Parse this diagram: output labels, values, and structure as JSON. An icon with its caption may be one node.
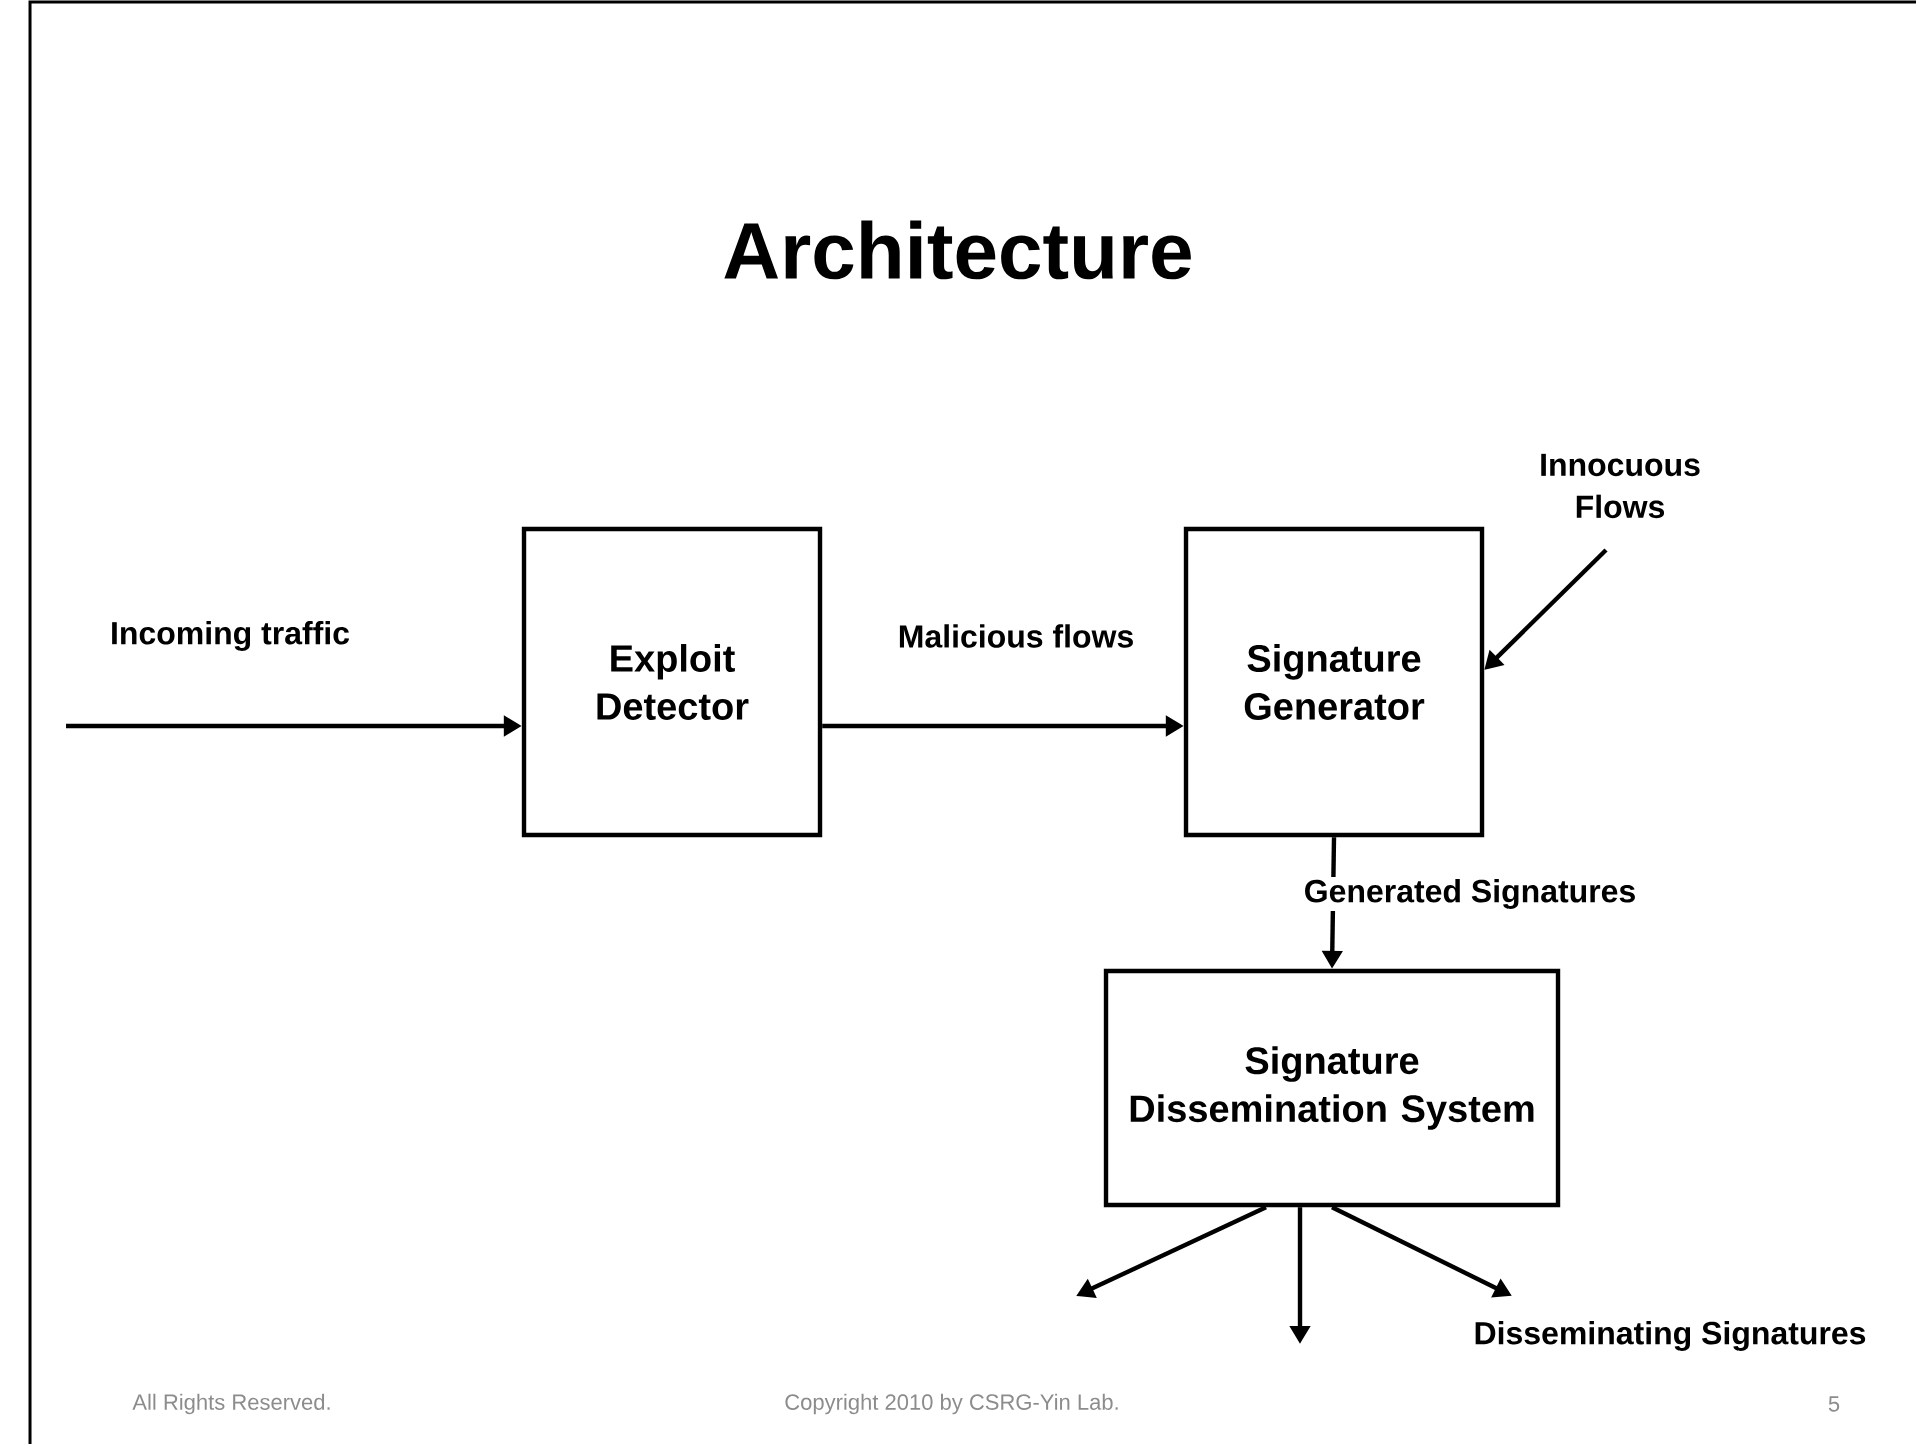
{
  "diagram": {
    "title": "Architecture",
    "nodes": [
      {
        "text": [
          "Exploit Detector"
        ]
      },
      {
        "text": [
          "Signature Generator"
        ]
      },
      {
        "text": [
          "Signature Dissemination System"
        ]
      },
      {
        "text": [
          "Innocuous Flows"
        ]
      }
    ],
    "edges": [
      {
        "from": null,
        "to": 0,
        "arrow": "to",
        "label": "Incoming traffic"
      },
      {
        "from": 0,
        "to": 1,
        "arrow": "to",
        "label": "Malicious flows"
      },
      {
        "from": 3,
        "to": 1,
        "arrow": "to"
      },
      {
        "from": 1,
        "to": 2,
        "arrow": "to",
        "label": "Generated Signatures"
      },
      {
        "from": 2,
        "to": null,
        "arrow": "to"
      },
      {
        "from": 2,
        "to": null,
        "arrow": "to"
      },
      {
        "from": 2,
        "to": null,
        "arrow": "to",
        "label": "Disseminating Signatures"
      }
    ],
    "labels": [
      "All Rights Reserved.",
      "Copyright 2010 by CSRG-Yin Lab.",
      "5"
    ]
  }
}
